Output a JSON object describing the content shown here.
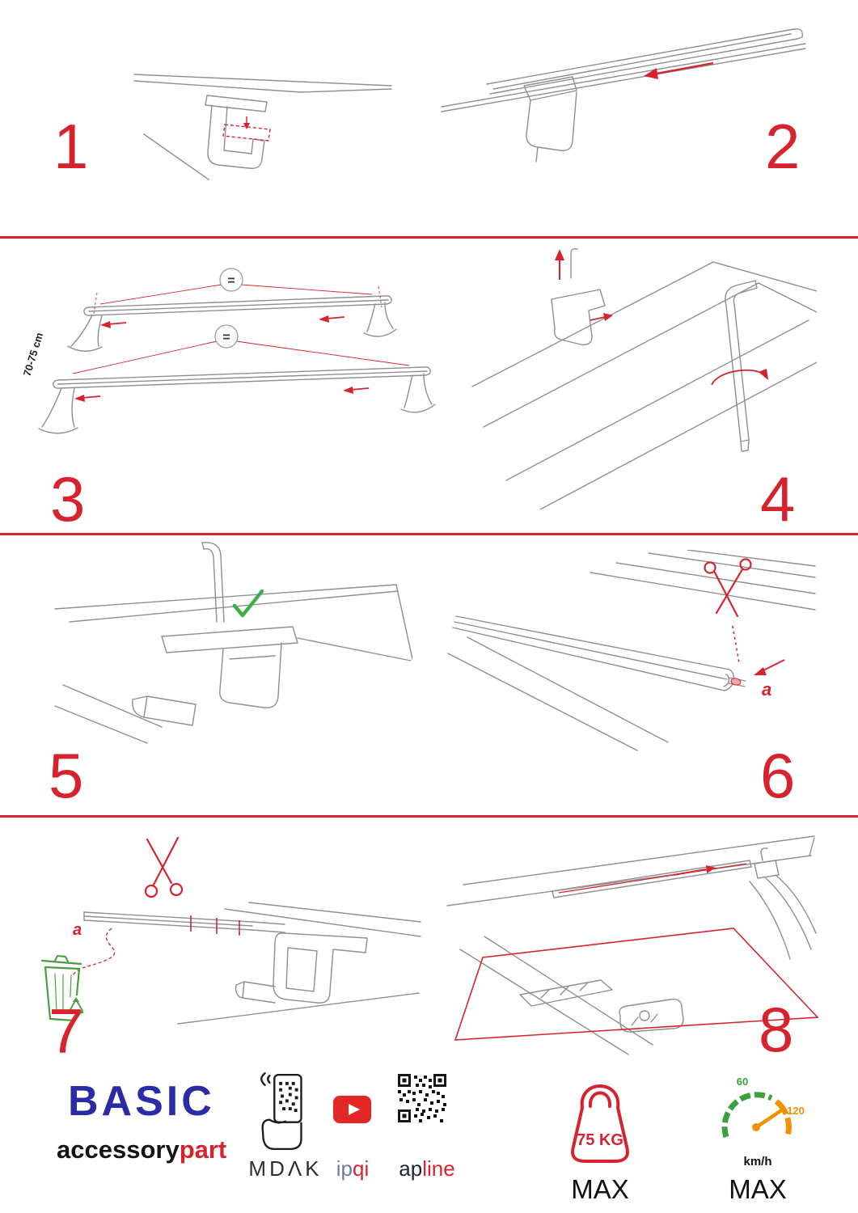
{
  "colors": {
    "accent_red": "#d7232e",
    "brand_blue": "#2b2ba8",
    "check_green": "#3fae49",
    "recycle_green": "#4a9e3f",
    "gauge_green": "#3aa13f",
    "gauge_orange": "#f29100",
    "drawing_gray": "#8f8f8f"
  },
  "steps": [
    {
      "number": "1"
    },
    {
      "number": "2"
    },
    {
      "number": "3",
      "dimension": "70-75 cm",
      "equal": "="
    },
    {
      "number": "4"
    },
    {
      "number": "5"
    },
    {
      "number": "6",
      "label_a": "a"
    },
    {
      "number": "7",
      "label_a": "a"
    },
    {
      "number": "8"
    }
  ],
  "icons": {
    "step2_direction": "arrow-left",
    "step4_rotate": "rotate-arrow",
    "step5_ok": "checkmark",
    "step6_cut": "scissors",
    "step7_cut": "scissors",
    "step7_discard": "trash-bin-recycle",
    "scan": "phone-qr-scan",
    "video": "youtube-play",
    "qr": "qr-code",
    "weight_limit": "kettlebell",
    "speed_limit": "speedometer"
  },
  "footer": {
    "brand": "BASIC",
    "brand_sub_black": "accessory",
    "brand_sub_red": "part",
    "partner_mdak": "MDΛK",
    "partner_ipqi_gray": "ip",
    "partner_ipqi_red": "qi",
    "partner_apline_dark": "ap",
    "partner_apline_red": "line",
    "weight": "75 KG",
    "weight_max": "MAX",
    "speed_low": "60",
    "speed_high": "120",
    "speed_unit": "km/h",
    "speed_max": "MAX"
  }
}
